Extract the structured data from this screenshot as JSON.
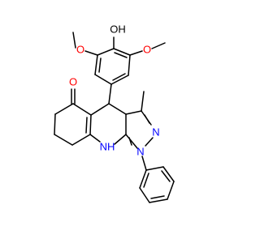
{
  "molecule": {
    "atom_labels": {
      "ketone_o": "O",
      "hydroxyl": "OH",
      "methoxy_left_o": "O",
      "methoxy_right_o": "O",
      "pyrazole_n2": "N",
      "pyrazole_n1": "N",
      "amine_nh": "NH"
    },
    "colors": {
      "bond": "#000000",
      "oxygen": "#ff0000",
      "nitrogen": "#0000ff",
      "background": "#ffffff"
    }
  }
}
